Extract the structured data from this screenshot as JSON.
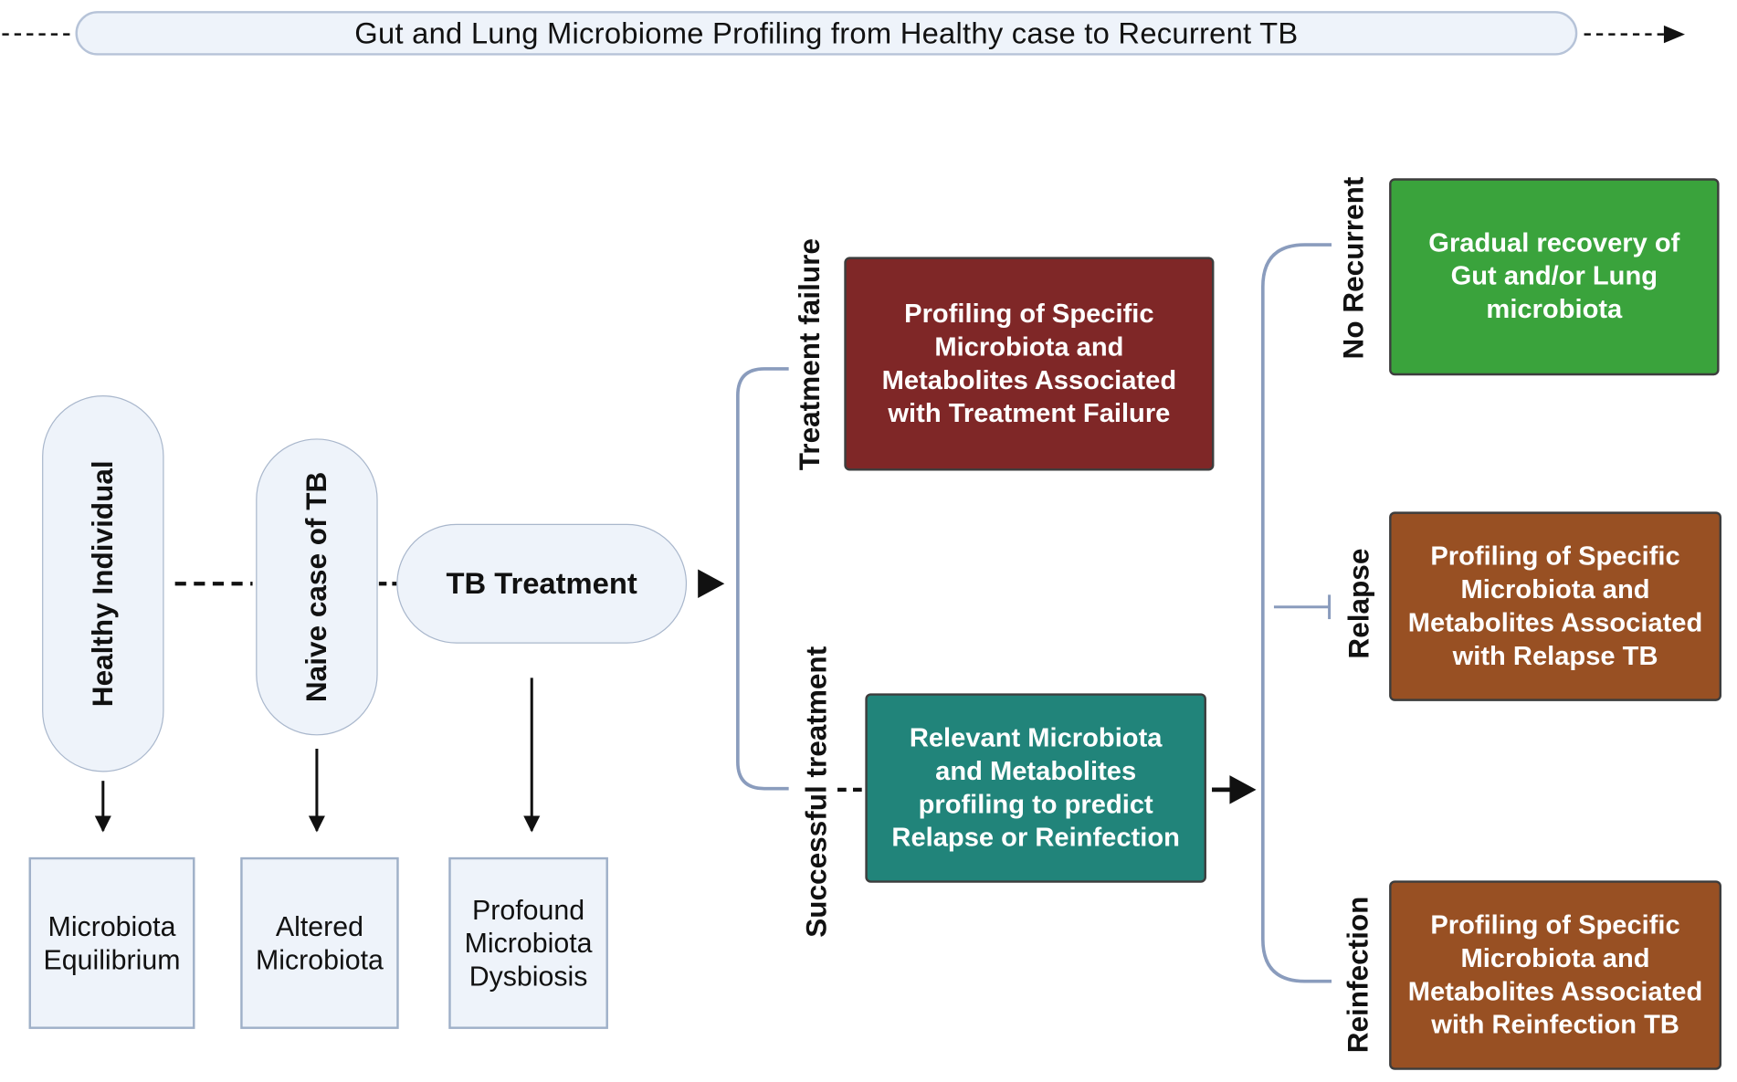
{
  "banner": {
    "title": "Gut and Lung Microbiome Profiling from Healthy case to Recurrent TB"
  },
  "stages": {
    "healthy": "Healthy Individual",
    "naive": "Naive case of TB",
    "treatment": "TB Treatment"
  },
  "outcomes": {
    "equilibrium": "Microbiota Equilibrium",
    "altered": "Altered Microbiota",
    "dysbiosis": "Profound Microbiota Dysbiosis"
  },
  "branches": {
    "failure_label": "Treatment failure",
    "success_label": "Successful treatment",
    "failure_box": "Profiling of Specific Microbiota and Metabolites Associated with Treatment Failure",
    "success_box": "Relevant Microbiota and Metabolites profiling  to predict Relapse or Reinfection"
  },
  "recurrence": {
    "no_recurrent_label": "No Recurrent",
    "relapse_label": "Relapse",
    "reinfection_label": "Reinfection",
    "no_recurrent_box": "Gradual recovery of Gut and/or Lung microbiota",
    "relapse_box": "Profiling of Specific Microbiota and Metabolites Associated with Relapse TB",
    "reinfection_box": "Profiling of Specific Microbiota and Metabolites Associated with Reinfection TB"
  },
  "colors": {
    "failure": "#7f2727",
    "success": "#21847a",
    "recovery": "#3aa33c",
    "profiling": "#985023",
    "bracket": "#8a9cbd",
    "pill_fill": "#eef3fa"
  }
}
